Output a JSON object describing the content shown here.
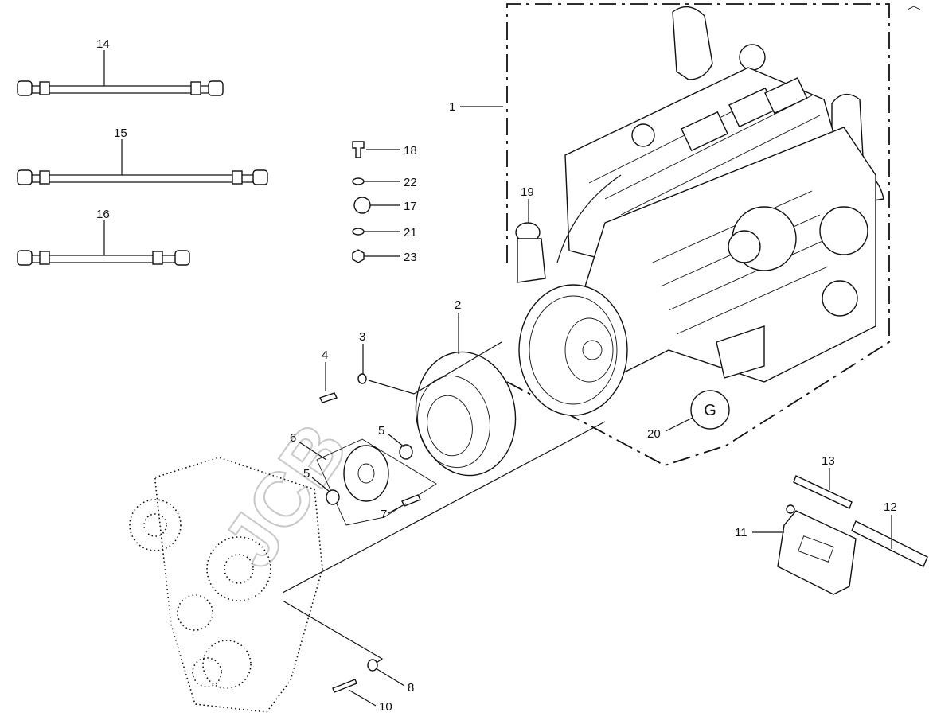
{
  "watermark": "JCB",
  "badge": {
    "letter": "G"
  },
  "callouts": [
    {
      "id": "c1",
      "label": "1"
    },
    {
      "id": "c2",
      "label": "2"
    },
    {
      "id": "c3",
      "label": "3"
    },
    {
      "id": "c4",
      "label": "4"
    },
    {
      "id": "c5a",
      "label": "5"
    },
    {
      "id": "c5b",
      "label": "5"
    },
    {
      "id": "c6",
      "label": "6"
    },
    {
      "id": "c7",
      "label": "7"
    },
    {
      "id": "c8",
      "label": "8"
    },
    {
      "id": "c10",
      "label": "10"
    },
    {
      "id": "c11",
      "label": "11"
    },
    {
      "id": "c12",
      "label": "12"
    },
    {
      "id": "c13",
      "label": "13"
    },
    {
      "id": "c14",
      "label": "14"
    },
    {
      "id": "c15",
      "label": "15"
    },
    {
      "id": "c16",
      "label": "16"
    },
    {
      "id": "c17",
      "label": "17"
    },
    {
      "id": "c18",
      "label": "18"
    },
    {
      "id": "c19",
      "label": "19"
    },
    {
      "id": "c20",
      "label": "20"
    },
    {
      "id": "c21",
      "label": "21"
    },
    {
      "id": "c22",
      "label": "22"
    },
    {
      "id": "c23",
      "label": "23"
    }
  ]
}
